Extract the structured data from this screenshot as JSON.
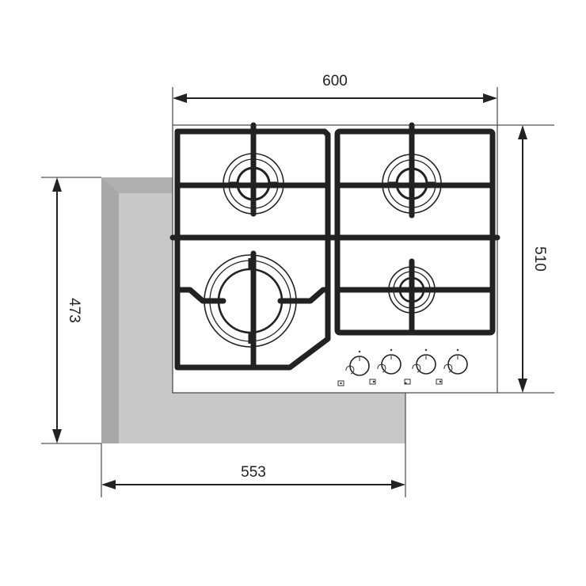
{
  "dimensions": {
    "top_width": "600",
    "right_height": "510",
    "left_height": "473",
    "bottom_width": "553"
  },
  "colors": {
    "cutout_fill": "#c8c8c8",
    "cutout_side": "#b0b0b0",
    "line": "#222222",
    "background": "#ffffff"
  },
  "burners": [
    {
      "position": "top-left",
      "size": "medium"
    },
    {
      "position": "top-right",
      "size": "medium"
    },
    {
      "position": "bottom-left",
      "size": "large"
    },
    {
      "position": "bottom-right",
      "size": "small"
    }
  ],
  "knobs": [
    {
      "icon": "burner-indicator-icon"
    },
    {
      "icon": "burner-indicator-icon"
    },
    {
      "icon": "burner-indicator-icon"
    },
    {
      "icon": "burner-indicator-icon"
    }
  ]
}
